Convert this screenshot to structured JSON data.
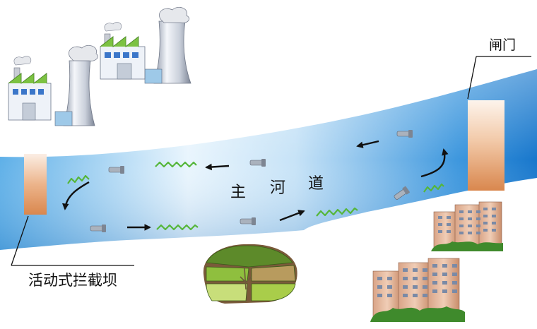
{
  "labels": {
    "main_channel": [
      "主",
      "河",
      "道"
    ],
    "gate": "闸门",
    "movable_dam": "活动式拦截坝"
  },
  "colors": {
    "river_light": "#e8f4fc",
    "river_mid": "#5fb0e8",
    "river_dark": "#1877cc",
    "gate_top": "#fbeee4",
    "gate_bottom": "#d9874e",
    "pollutant_green": "#55b63a",
    "arrow": "#111111"
  },
  "icons": {
    "factory": "factory-icon",
    "cooling_tower": "cooling-tower-icon",
    "apartment": "apartment-building-icon",
    "farmland": "farmland-icon",
    "drain_pipe": "drain-pipe-icon"
  }
}
